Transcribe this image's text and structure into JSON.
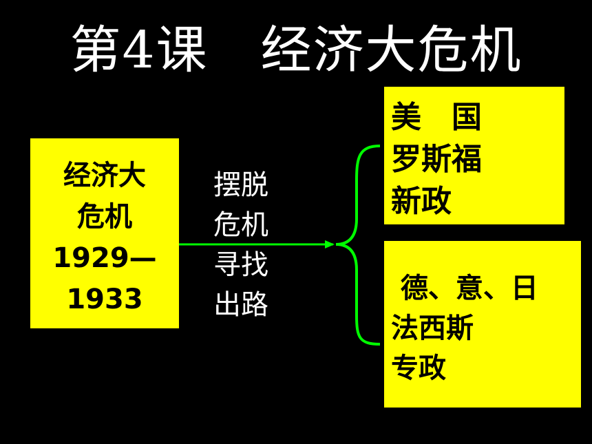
{
  "title": "第4课　经济大危机",
  "left_box": {
    "lines": [
      "经济大",
      "危机",
      "1929—",
      "1933"
    ]
  },
  "arrow_label": {
    "lines": [
      "摆脱",
      "危机",
      "寻找",
      "出路"
    ]
  },
  "top_right_box": {
    "lines": [
      "美　国",
      "罗斯福",
      "新政"
    ]
  },
  "bottom_right_box": {
    "lines": [
      " 德、意、日",
      "法西斯",
      "专政"
    ]
  },
  "colors": {
    "background": "#000000",
    "box": "#ffff00",
    "connector": "#00ff00",
    "text_light": "#ffffff",
    "text_dark": "#000000"
  }
}
